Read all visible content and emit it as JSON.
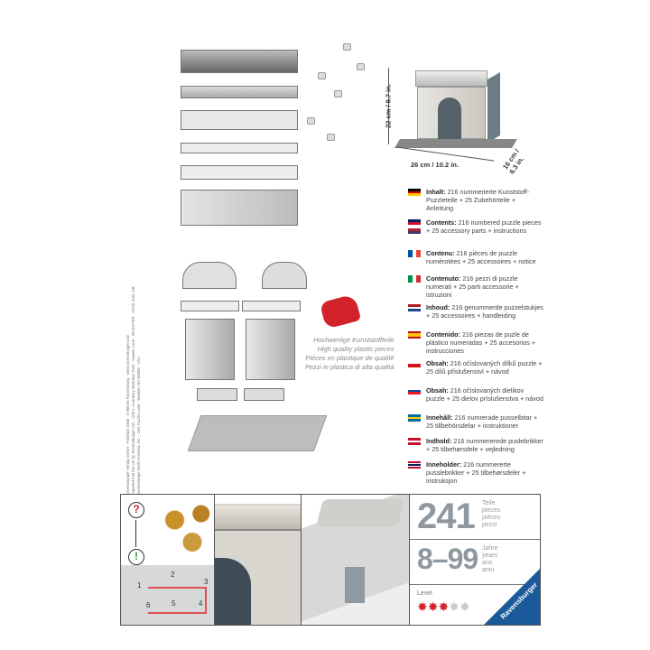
{
  "imprint": {
    "lines": [
      "Ravensburger Verlag GmbH · Postfach 2460 · D-88194 Ravensburg · www.ravensburger.com",
      "Imported into the UK by Ravensburger Ltd. · Unit 1, Avonbury Business Park · Howes Lane · BICESTER · OX26 2UB, GB",
      "Ravensburger North America, Inc. · One Puzzle Lane · Newton, NH 03858 · USA"
    ]
  },
  "dimensions": {
    "height": "22 cm / 8.7 in.",
    "width": "26 cm / 10.2 in.",
    "depth": "16 cm / 6.3 in."
  },
  "quality": [
    "Hochwertige Kunststoffteile",
    "High quality plastic pieces",
    "Pièces en plastique de qualité",
    "Pezzi in plastica di alta qualità"
  ],
  "contents": [
    {
      "flag": "de",
      "label": "Inhalt:",
      "text": "216 nummerierte Kunststoff-Puzzleteile + 25 Zubehörteile + Anleitung"
    },
    {
      "flag": "gb-us",
      "label": "Contents:",
      "text": "216 numbered puzzle pieces + 25 accessory parts + instructions"
    },
    {
      "flag": "fr",
      "label": "Contenu:",
      "text": "216 pièces de puzzle numérotées + 25 accessoires + notice"
    },
    {
      "flag": "it",
      "label": "Contenuto:",
      "text": "216 pezzi di puzzle numerati + 25 parti accessorie + istruzioni"
    },
    {
      "flag": "nl",
      "label": "Inhoud:",
      "text": "216 genummerde puzzelstukjes + 25 accessoires + handleiding"
    },
    {
      "flag": "es",
      "label": "Contenido:",
      "text": "216 piezas de puzle de plástico numeradas + 25 accesorios + instrucciones"
    },
    {
      "flag": "cz",
      "label": "Obsah:",
      "text": "216 očíslovaných dílků puzzle + 25 dílů příslušenství + návod"
    },
    {
      "flag": "sk",
      "label": "Obsah:",
      "text": "216 očíslovaných dielikov puzzle + 25 dielov príslušenstva + návod"
    },
    {
      "flag": "se",
      "label": "Innehåll:",
      "text": "216 numrerade pusselbitar + 25 tillbehörsdelar + instruktioner"
    },
    {
      "flag": "dk",
      "label": "Indhold:",
      "text": "216 nummererede puslebrikker + 25 tilbehørsdele + vejledning"
    },
    {
      "flag": "no",
      "label": "Inneholder:",
      "text": "216 nummererte pusslebrikker + 25 tilbehørsdeler + instruksjon"
    }
  ],
  "instructions": {
    "question": "?",
    "answer": "!",
    "steps": [
      "1",
      "2",
      "3",
      "4",
      "5",
      "6"
    ]
  },
  "info": {
    "pieces": "241",
    "pieces_labels": [
      "Teile",
      "pieces",
      "pièces",
      "pezzi"
    ],
    "age": "8–99",
    "age_labels": [
      "Jahre",
      "years",
      "ans",
      "anni"
    ],
    "level_label": "Level",
    "level": 3,
    "level_max": 5,
    "brand": "Ravensburger"
  },
  "colors": {
    "brand_blue": "#1a5a9a",
    "level_red": "#d2232a",
    "level_grey": "#c8ccd0",
    "path_red": "#e05050"
  }
}
